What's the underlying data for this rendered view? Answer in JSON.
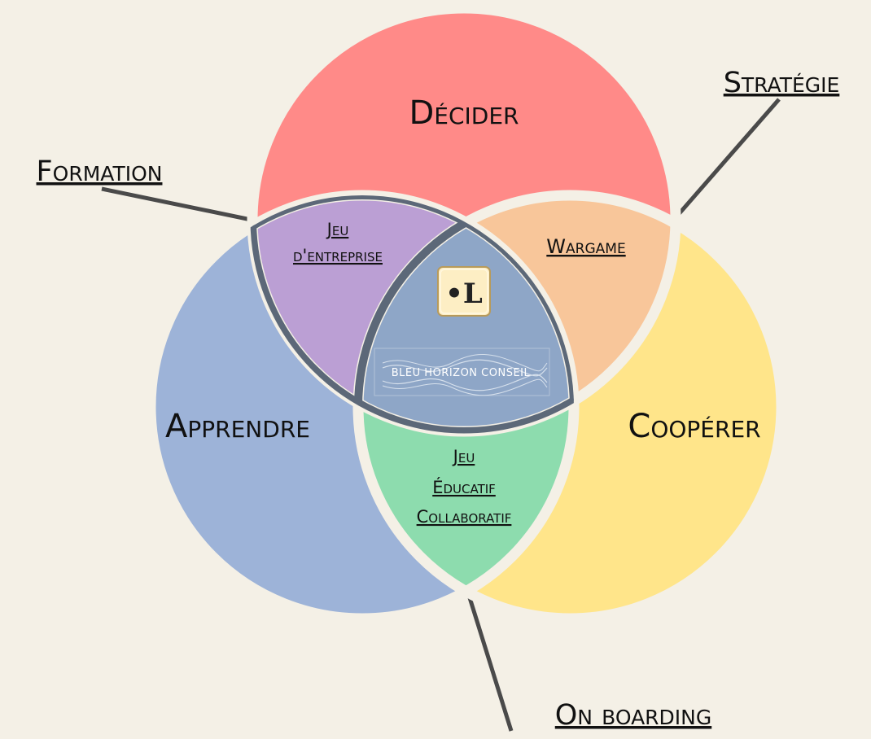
{
  "diagram": {
    "circles": {
      "decider": {
        "label": "Décider",
        "color": "#ff8a88"
      },
      "apprendre": {
        "label": "Apprendre",
        "color": "#9db3d8"
      },
      "cooperer": {
        "label": "Coopérer",
        "color": "#ffe58a"
      }
    },
    "overlaps": {
      "decider_apprendre": {
        "lines": [
          "Jeu",
          "d'entreprise"
        ],
        "color": "#bb9fd4"
      },
      "decider_cooperer": {
        "lines": [
          "Wargame"
        ],
        "color": "#f8c69a"
      },
      "apprendre_cooperer": {
        "lines": [
          "Jeu",
          "Éducatif",
          "Collaboratif"
        ],
        "color": "#8ddcae"
      },
      "center": {
        "color": "#8ea6c7"
      }
    },
    "external_labels": {
      "formation": "Formation",
      "strategie": "Stratégie",
      "onboarding": "On boarding"
    },
    "logo": {
      "glyph": "•L",
      "brand": "BLEU HORIZON CONSEIL"
    },
    "colors": {
      "background": "#f4f0e6",
      "separator": "#f4f0e6",
      "leader_line": "#4a4a4a",
      "center_outline": "#5c6878"
    }
  }
}
